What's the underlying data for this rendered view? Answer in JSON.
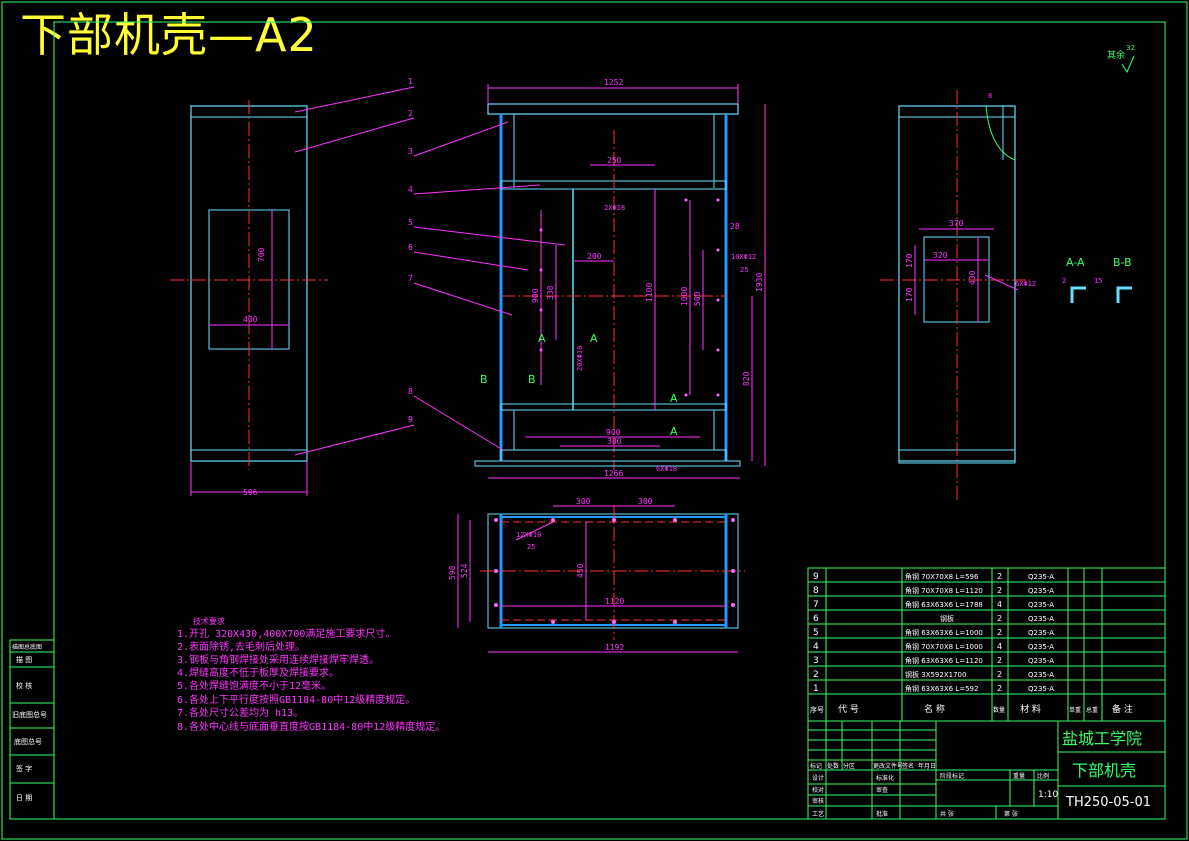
{
  "title": "下部机壳—A2",
  "roughness_symbol": "其余",
  "roughness_value": "32",
  "views": {
    "left": {
      "dim_width": "596",
      "dim_opening_h": "700",
      "dim_opening_w": "400",
      "part_numbers": [
        "1",
        "2",
        "3",
        "4",
        "5",
        "6",
        "7",
        "8",
        "9"
      ]
    },
    "front": {
      "dim_top": "1252",
      "dim_bottom": "1266",
      "dim_height": "1930",
      "dim_250": "250",
      "dim_200": "200",
      "dim_1100": "1100",
      "dim_820": "820",
      "dim_900": "900",
      "dim_380": "380",
      "dim_28": "28",
      "dim_v1": "900",
      "dim_v2": "338",
      "dim_v3": "1000",
      "dim_v4": "500",
      "note_2x18": "2XΦ18",
      "note_10x12": "10XΦ12",
      "note_2x10": "20XΦ10",
      "note_6x18": "6XΦ18",
      "note_25": "25",
      "section_a": "A",
      "section_b": "B"
    },
    "right": {
      "dim_370": "370",
      "dim_320": "320",
      "dim_430": "430",
      "dim_170a": "170",
      "dim_170b": "170",
      "dim_8": "8",
      "note_6x12": "6XΦ12",
      "dim_15": "15",
      "dim_2": "2",
      "label_aa": "A-A",
      "label_bb": "B-B"
    },
    "top": {
      "dim_300a": "300",
      "dim_300b": "300",
      "dim_1120": "1120",
      "dim_1192": "1192",
      "dim_450": "450",
      "dim_598": "598",
      "dim_524": "524",
      "note_12x10": "12XΦ10",
      "note_25": "25"
    }
  },
  "tech_requirements": {
    "heading": "技术要求",
    "items": [
      "1.开孔 320X430,400X700满足施工要求尺寸。",
      "2.表面除锈,去毛刺后处理。",
      "3.钢板与角钢焊接处采用连续焊接焊牢焊透。",
      "4.焊缝高度不低于板厚及焊接要求。",
      "5.各处焊缝饱满度不小于12毫米。",
      "6.各处上下平行度按照GB1184-80中12级精度规定。",
      "7.各处尺寸公差均为 h13。",
      "8.各处中心线与底面垂直度按GB1184-80中12级精度规定。"
    ]
  },
  "left_strip": [
    "描图总底图",
    "描 图",
    "校 核",
    "旧底图总号",
    "底图总号",
    "签 字",
    "日 期"
  ],
  "bom": {
    "rows": [
      {
        "no": "9",
        "spec": "角钢 70X70X8 L=596",
        "qty": "2",
        "mat": "Q235-A"
      },
      {
        "no": "8",
        "spec": "角钢 70X70X8 L=1120",
        "qty": "2",
        "mat": "Q235-A"
      },
      {
        "no": "7",
        "spec": "角钢 63X63X6 L=1788",
        "qty": "4",
        "mat": "Q235-A"
      },
      {
        "no": "6",
        "spec": "钢板",
        "qty": "2",
        "mat": "Q235-A"
      },
      {
        "no": "5",
        "spec": "角钢 63X63X6 L=1000",
        "qty": "2",
        "mat": "Q235-A"
      },
      {
        "no": "4",
        "spec": "角钢 70X70X8 L=1000",
        "qty": "4",
        "mat": "Q235-A"
      },
      {
        "no": "3",
        "spec": "角钢 63X63X6 L=1120",
        "qty": "2",
        "mat": "Q235-A"
      },
      {
        "no": "2",
        "spec": "钢板 3X592X1700",
        "qty": "2",
        "mat": "Q235-A"
      },
      {
        "no": "1",
        "spec": "角钢 63X63X6 L=592",
        "qty": "2",
        "mat": "Q235-A"
      }
    ],
    "header": {
      "no": "序号",
      "code": "代 号",
      "name": "名 称",
      "qty": "数量",
      "mat": "材 料",
      "unit_w": "单重",
      "total_w": "总重",
      "note": "备 注"
    }
  },
  "title_block": {
    "school": "盐城工学院",
    "part_name": "下部机壳",
    "drawing_no": "TH250-05-01",
    "scale": "1:10",
    "labels": {
      "mark": "标记",
      "count": "处数",
      "zone": "分区",
      "change_doc": "更改文件号",
      "sign": "签名",
      "date": "年月日",
      "design": "设计",
      "standard": "标准化",
      "stage": "阶段标记",
      "weight": "重量",
      "scale_lbl": "比例",
      "proofread": "校对",
      "process": "工艺",
      "audit": "审核",
      "approve": "批准",
      "review": "审查",
      "sheet_total": "共 张",
      "sheet_no": "第 张"
    }
  }
}
